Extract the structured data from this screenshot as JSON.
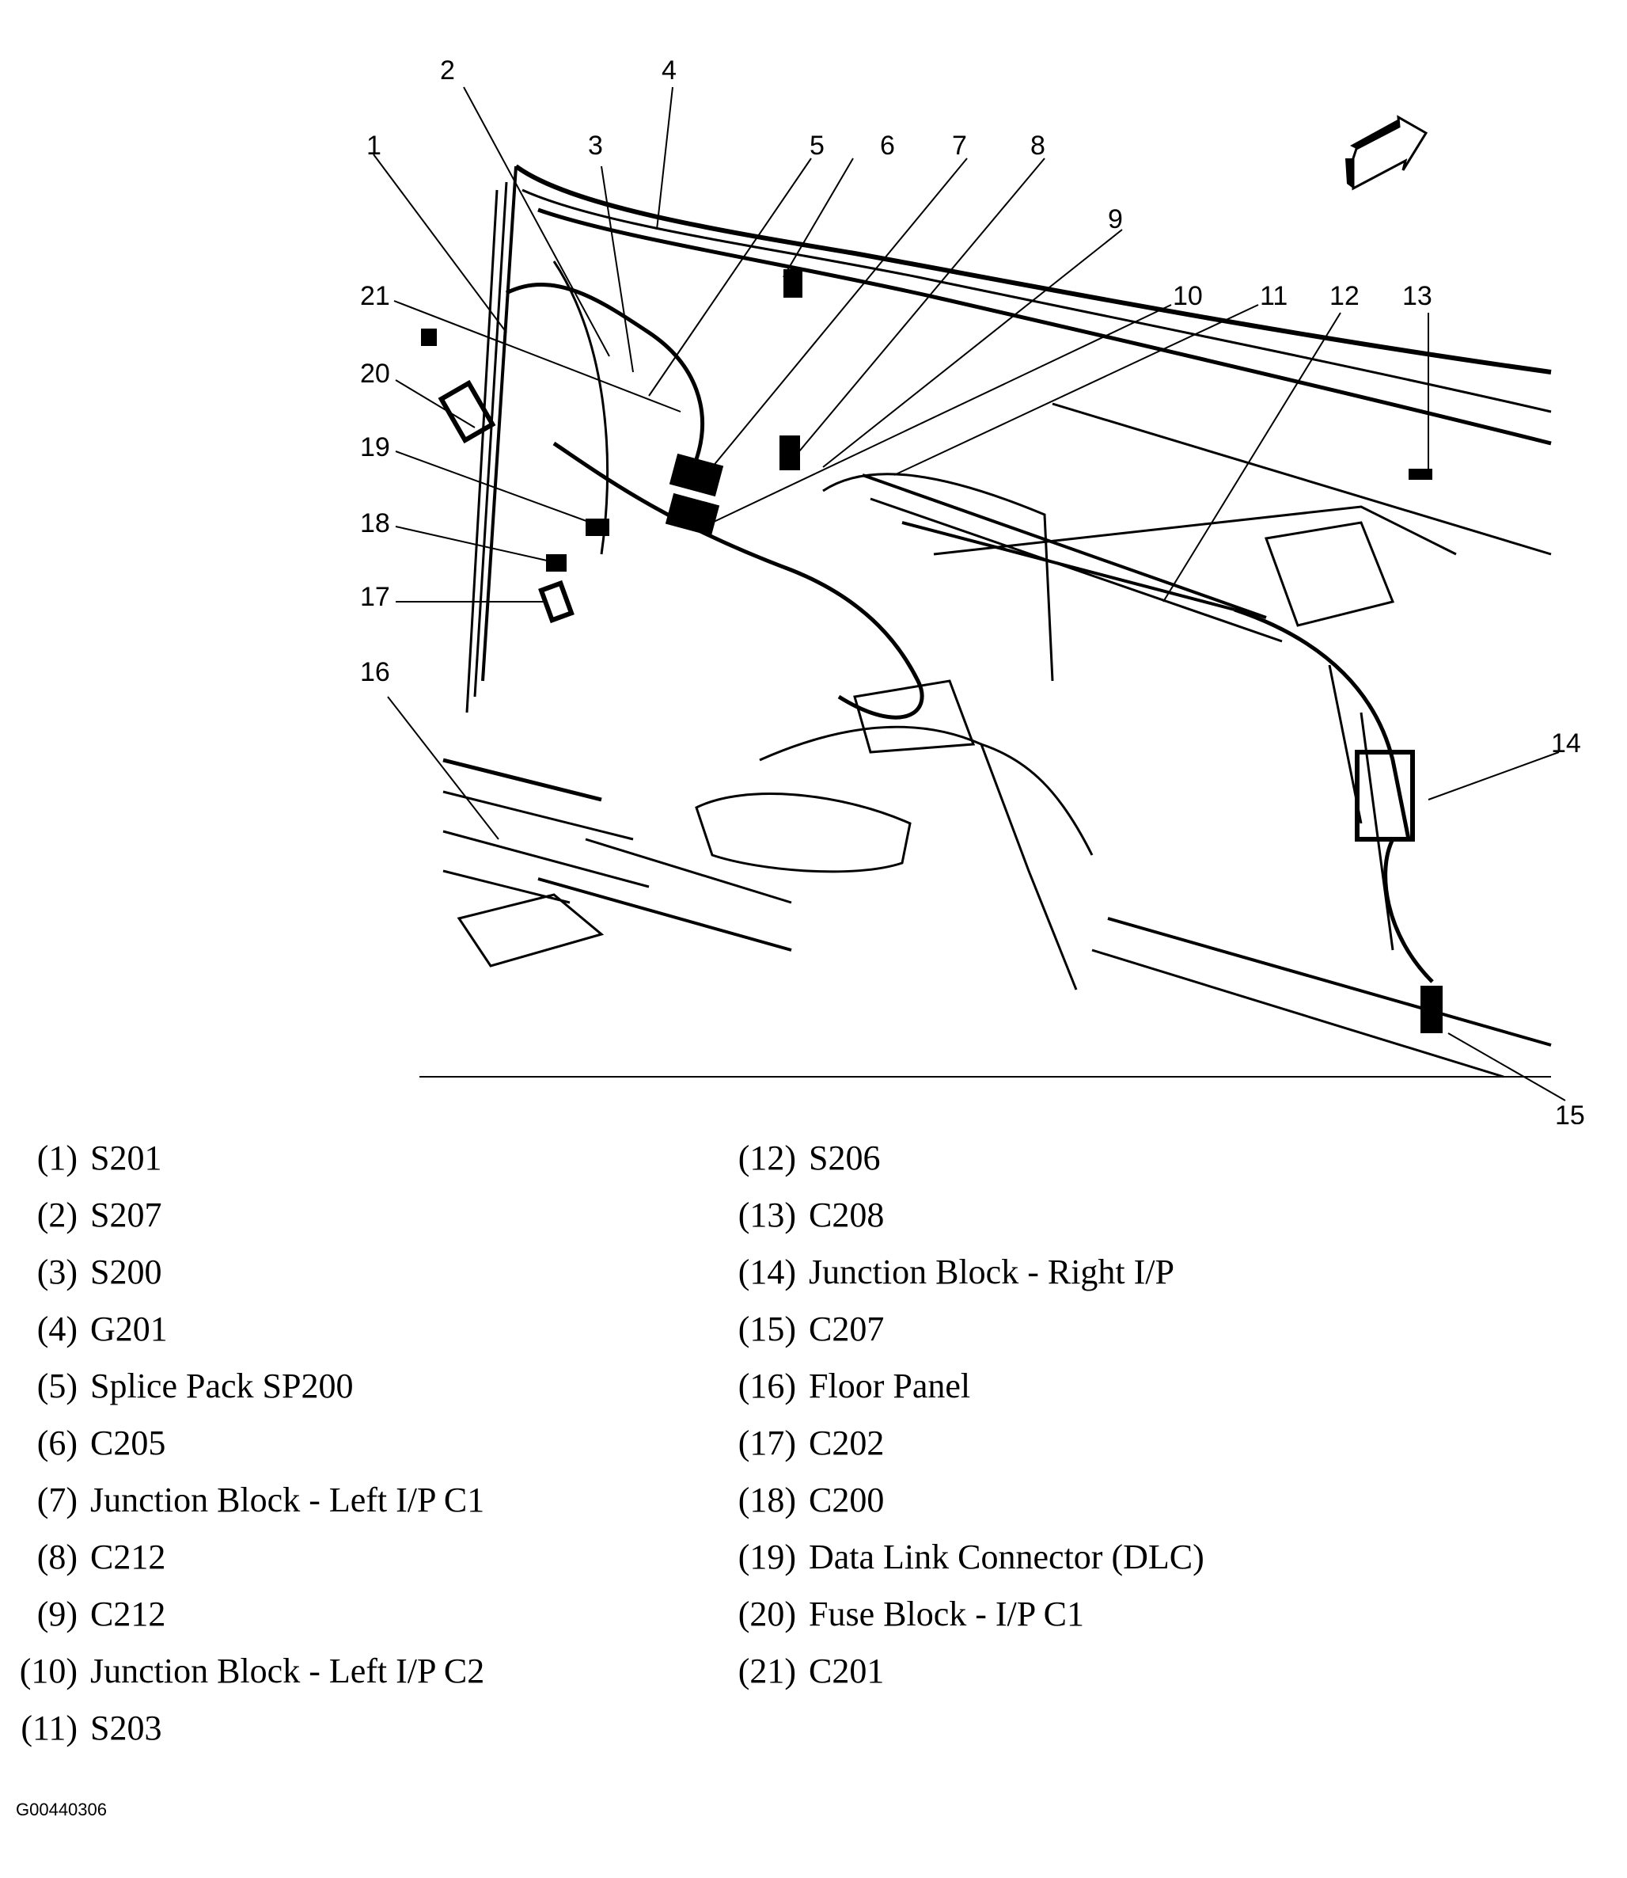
{
  "figure": {
    "id": "G00440306",
    "orientation_icon": "forward-direction-arrow-icon",
    "callouts": [
      "1",
      "2",
      "3",
      "4",
      "5",
      "6",
      "7",
      "8",
      "9",
      "10",
      "11",
      "12",
      "13",
      "14",
      "15",
      "16",
      "17",
      "18",
      "19",
      "20",
      "21"
    ]
  },
  "legend": {
    "left": [
      {
        "num": "(1)",
        "label": "S201"
      },
      {
        "num": "(2)",
        "label": "S207"
      },
      {
        "num": "(3)",
        "label": "S200"
      },
      {
        "num": "(4)",
        "label": "G201"
      },
      {
        "num": "(5)",
        "label": "Splice Pack SP200"
      },
      {
        "num": "(6)",
        "label": "C205"
      },
      {
        "num": "(7)",
        "label": "Junction Block - Left I/P C1"
      },
      {
        "num": "(8)",
        "label": "C212"
      },
      {
        "num": "(9)",
        "label": "C212"
      },
      {
        "num": "(10)",
        "label": "Junction Block - Left I/P C2"
      },
      {
        "num": "(11)",
        "label": "S203"
      }
    ],
    "right": [
      {
        "num": "(12)",
        "label": "S206"
      },
      {
        "num": "(13)",
        "label": "C208"
      },
      {
        "num": "(14)",
        "label": "Junction Block - Right I/P"
      },
      {
        "num": "(15)",
        "label": "C207"
      },
      {
        "num": "(16)",
        "label": "Floor Panel"
      },
      {
        "num": "(17)",
        "label": "C202"
      },
      {
        "num": "(18)",
        "label": "C200"
      },
      {
        "num": "(19)",
        "label": "Data Link Connector (DLC)"
      },
      {
        "num": "(20)",
        "label": "Fuse Block - I/P C1"
      },
      {
        "num": "(21)",
        "label": "C201"
      }
    ]
  }
}
